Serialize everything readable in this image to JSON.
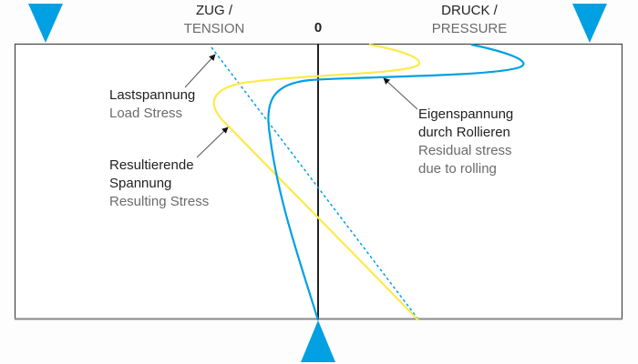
{
  "header": {
    "tension_de": "ZUG /",
    "tension_en": "TENSION",
    "zero": "0",
    "pressure_de": "DRUCK /",
    "pressure_en": "PRESSURE"
  },
  "annotations": {
    "load_stress": {
      "de": "Lastspannung",
      "en": "Load Stress"
    },
    "resulting_stress": {
      "de_line1": "Resultierende",
      "de_line2": "Spannung",
      "en": "Resulting Stress"
    },
    "residual_stress": {
      "de_line1": "Eigenspannung",
      "de_line2": "durch Rollieren",
      "en_line1": "Residual stress",
      "en_line2": "due to rolling"
    }
  },
  "colors": {
    "accent_blue": "#00a0e3",
    "yellow": "#ffe94a",
    "frame": "#444444",
    "axis": "#222222",
    "text_primary": "#222222",
    "text_secondary": "#6b6b6b"
  },
  "icons": {
    "left_support": "triangle-down-icon",
    "right_support": "triangle-down-icon",
    "bottom_support": "triangle-up-icon"
  }
}
